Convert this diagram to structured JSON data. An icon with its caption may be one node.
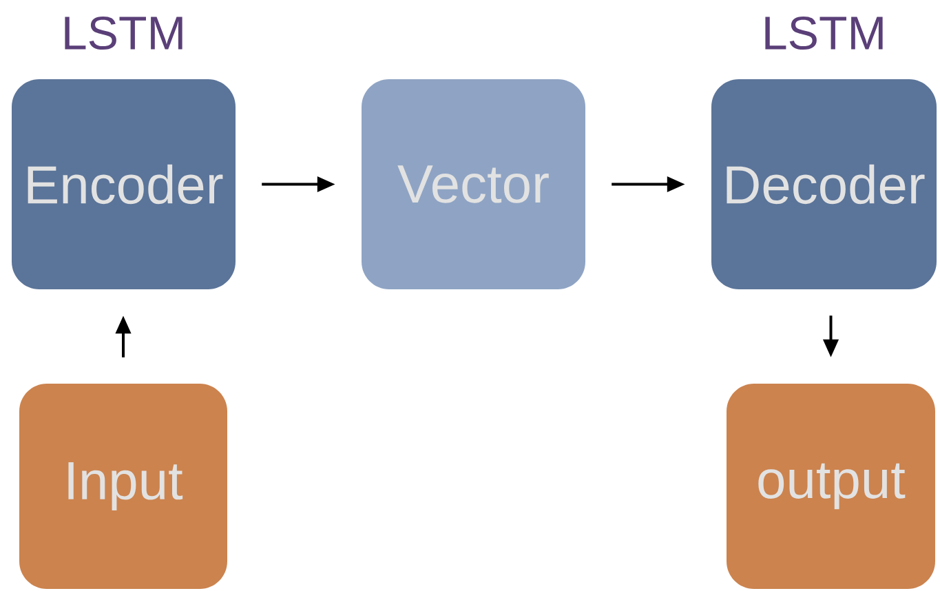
{
  "diagram": {
    "nodes": [
      {
        "text": [
          "LSTM",
          "Encoder"
        ]
      },
      {
        "text": [
          "Vector"
        ]
      },
      {
        "text": [
          "LSTM",
          "Decoder"
        ]
      },
      {
        "text": [
          "Input"
        ]
      },
      {
        "text": [
          "output"
        ]
      }
    ],
    "edges": [
      {
        "from": 0,
        "to": 1,
        "arrow": "to"
      },
      {
        "from": 1,
        "to": 2,
        "arrow": "to"
      },
      {
        "from": 3,
        "to": 0,
        "arrow": "to"
      },
      {
        "from": 2,
        "to": 4,
        "arrow": "to"
      }
    ]
  }
}
